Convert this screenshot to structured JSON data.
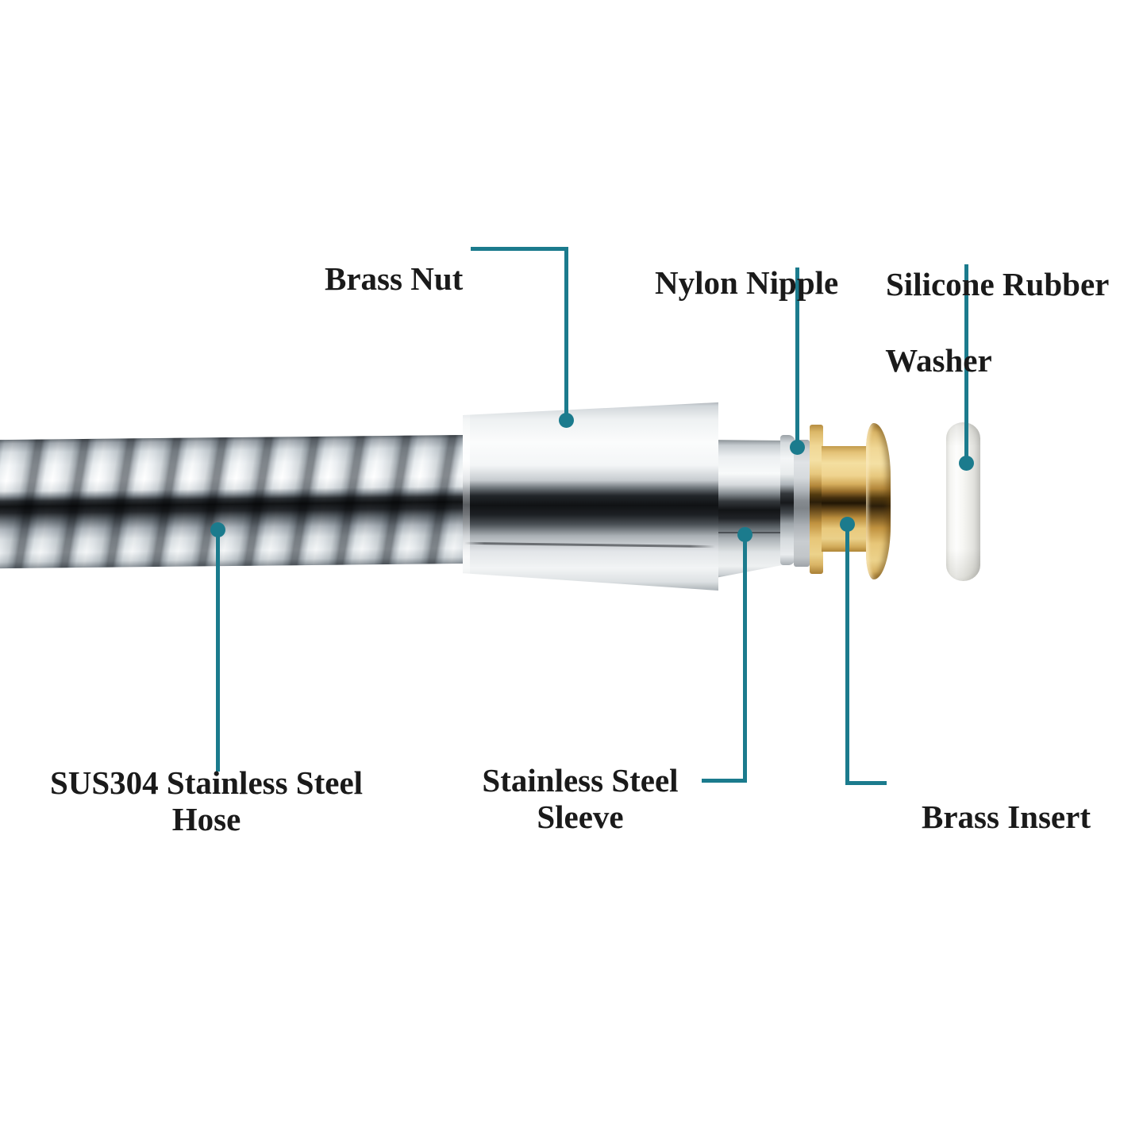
{
  "diagram": {
    "colors": {
      "accent": "#1b7b8d",
      "text": "#1a1a1a",
      "background": "#ffffff",
      "chrome": "#e8ebee",
      "brass": "#d9b465",
      "nylon": "#c6cbcf",
      "washer": "#f2f2ef"
    },
    "labels": {
      "brass_nut": "Brass Nut",
      "nylon_nipple": "Nylon Nipple",
      "silicone_rubber_washer": {
        "line1": "Silicone Rubber",
        "line2": "Washer"
      },
      "sus304_hose": {
        "line1": "SUS304 Stainless Steel",
        "line2": "Hose"
      },
      "stainless_sleeve": {
        "line1": "Stainless Steel",
        "line2": "Sleeve"
      },
      "brass_insert": "Brass Insert"
    }
  }
}
